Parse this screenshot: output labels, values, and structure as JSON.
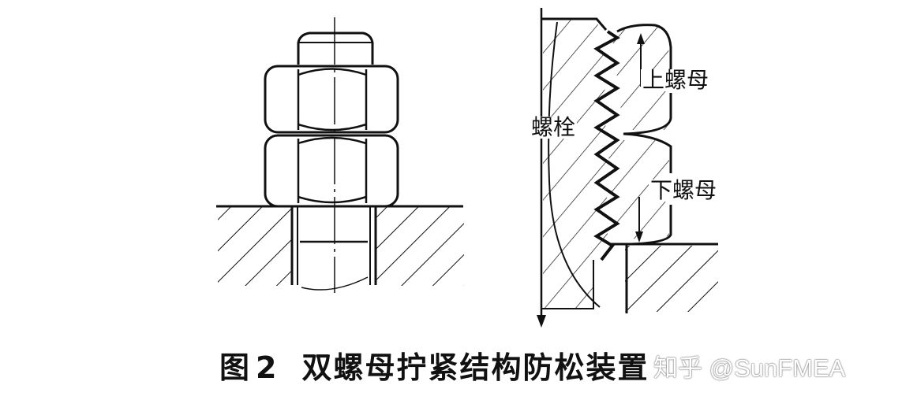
{
  "figure": {
    "caption_prefix": "图",
    "caption_number": "2",
    "caption_title": "双螺母拧紧结构防松装置",
    "watermark": "知乎 @SunFMEA"
  },
  "left_drawing": {
    "name": "double-nut-external-view",
    "parts": [
      "bolt",
      "upper-nut",
      "lower-nut",
      "clamped-plate"
    ]
  },
  "right_drawing": {
    "name": "double-nut-section-view",
    "labels": {
      "bolt": "螺栓",
      "upper_nut": "上螺母",
      "lower_nut": "下螺母"
    }
  }
}
